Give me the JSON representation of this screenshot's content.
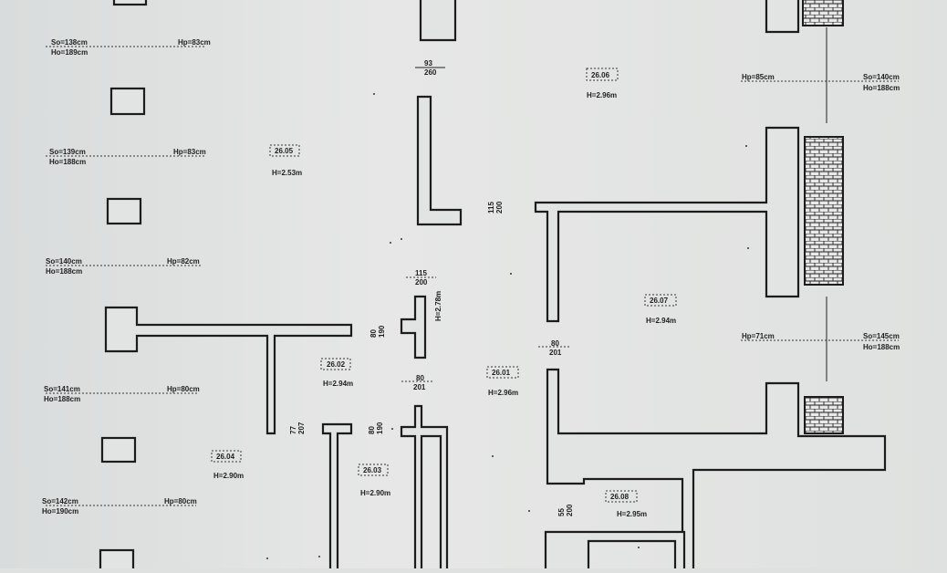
{
  "window_dims_left": [
    {
      "so": "So=138cm",
      "ho": "Ho=189cm",
      "hp": "Hp=83cm"
    },
    {
      "so": "So=139cm",
      "ho": "Ho=188cm",
      "hp": "Hp=83cm"
    },
    {
      "so": "So=140cm",
      "ho": "Ho=188cm",
      "hp": "Hp=82cm"
    },
    {
      "so": "So=141cm",
      "ho": "Ho=188cm",
      "hp": "Hp=80cm"
    },
    {
      "so": "So=142cm",
      "ho": "Ho=190cm",
      "hp": "Hp=80cm"
    }
  ],
  "window_dims_right": [
    {
      "so": "So=140cm",
      "ho": "Ho=188cm",
      "hp": "Hp=85cm"
    },
    {
      "so": "So=145cm",
      "ho": "Ho=188cm",
      "hp": "Hp=71cm"
    }
  ],
  "rooms": [
    {
      "id": "26.05",
      "height": "H=2.53m"
    },
    {
      "id": "26.06",
      "height": "H=2.96m"
    },
    {
      "id": "26.07",
      "height": "H=2.94m"
    },
    {
      "id": "26.02",
      "height": "H=2.94m"
    },
    {
      "id": "26.01",
      "height": "H=2.96m"
    },
    {
      "id": "26.04",
      "height": "H=2.90m"
    },
    {
      "id": "26.03",
      "height": "H=2.90m"
    },
    {
      "id": "26.08",
      "height": "H=2.95m"
    }
  ],
  "doors": [
    {
      "w": "93",
      "h": "260"
    },
    {
      "w": "115",
      "h": "200"
    },
    {
      "w": "115",
      "h": "200"
    },
    {
      "w": "80",
      "h": "190"
    },
    {
      "w": "80",
      "h": "201"
    },
    {
      "w": "80",
      "h": "201"
    },
    {
      "w": "77",
      "h": "207"
    },
    {
      "w": "80",
      "h": "190"
    },
    {
      "w": "55",
      "h": "200"
    }
  ],
  "corridor_height": "H=2.78m"
}
